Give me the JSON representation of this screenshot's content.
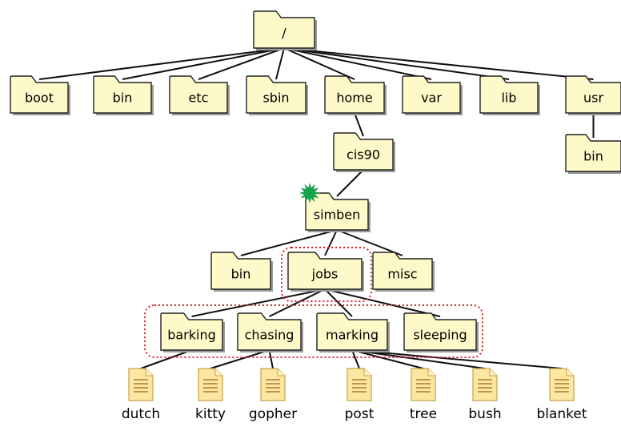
{
  "diagram": {
    "folders": [
      {
        "id": "root",
        "label": "/"
      },
      {
        "id": "boot",
        "label": "boot"
      },
      {
        "id": "bin1",
        "label": "bin"
      },
      {
        "id": "etc",
        "label": "etc"
      },
      {
        "id": "sbin",
        "label": "sbin"
      },
      {
        "id": "home",
        "label": "home"
      },
      {
        "id": "var",
        "label": "var"
      },
      {
        "id": "lib",
        "label": "lib"
      },
      {
        "id": "usr",
        "label": "usr"
      },
      {
        "id": "usrbin",
        "label": "bin"
      },
      {
        "id": "cis90",
        "label": "cis90"
      },
      {
        "id": "simben",
        "label": "simben"
      },
      {
        "id": "simbin",
        "label": "bin"
      },
      {
        "id": "jobs",
        "label": "jobs"
      },
      {
        "id": "misc",
        "label": "misc"
      },
      {
        "id": "barking",
        "label": "barking"
      },
      {
        "id": "chasing",
        "label": "chasing"
      },
      {
        "id": "marking",
        "label": "marking"
      },
      {
        "id": "sleeping",
        "label": "sleeping"
      }
    ],
    "files": [
      {
        "id": "dutch",
        "label": "dutch"
      },
      {
        "id": "kitty",
        "label": "kitty"
      },
      {
        "id": "gopher",
        "label": "gopher"
      },
      {
        "id": "post",
        "label": "post"
      },
      {
        "id": "tree",
        "label": "tree"
      },
      {
        "id": "bush",
        "label": "bush"
      },
      {
        "id": "blanket",
        "label": "blanket"
      }
    ],
    "edges": [
      [
        "root",
        "boot"
      ],
      [
        "root",
        "bin1"
      ],
      [
        "root",
        "etc"
      ],
      [
        "root",
        "sbin"
      ],
      [
        "root",
        "home"
      ],
      [
        "root",
        "var"
      ],
      [
        "root",
        "lib"
      ],
      [
        "root",
        "usr"
      ],
      [
        "usr",
        "usrbin"
      ],
      [
        "home",
        "cis90"
      ],
      [
        "cis90",
        "simben"
      ],
      [
        "simben",
        "simbin"
      ],
      [
        "simben",
        "jobs"
      ],
      [
        "simben",
        "misc"
      ],
      [
        "jobs",
        "barking"
      ],
      [
        "jobs",
        "chasing"
      ],
      [
        "jobs",
        "marking"
      ],
      [
        "jobs",
        "sleeping"
      ],
      [
        "barking",
        "dutch"
      ],
      [
        "chasing",
        "kitty"
      ],
      [
        "chasing",
        "gopher"
      ],
      [
        "marking",
        "post"
      ],
      [
        "marking",
        "tree"
      ],
      [
        "marking",
        "bush"
      ],
      [
        "marking",
        "blanket"
      ]
    ],
    "colors": {
      "folder_fill": "#fdf9c8",
      "folder_stroke": "#222222",
      "highlight": "#e0202a",
      "marker": "#16a34a",
      "file_page": "#fbe7a1",
      "file_lines": "#b07a2a"
    },
    "highlight_marker_on": "simben"
  }
}
